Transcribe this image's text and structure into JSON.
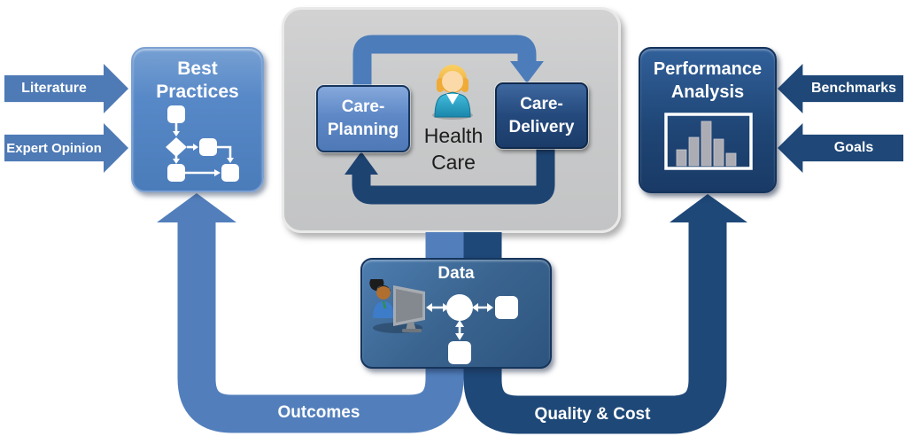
{
  "diagram": {
    "title_hidden": "",
    "left_inputs": [
      {
        "label": "Literature"
      },
      {
        "label": "Expert Opinion"
      }
    ],
    "best_practices": {
      "lines": [
        "Best",
        "Practices"
      ]
    },
    "health_care_cycle": {
      "care_planning": {
        "lines": [
          "Care-",
          "Planning"
        ]
      },
      "care_delivery": {
        "lines": [
          "Care-",
          "Delivery"
        ]
      },
      "center_label": {
        "lines": [
          "Health",
          "Care"
        ]
      }
    },
    "performance_analysis": {
      "lines": [
        "Performance",
        "Analysis"
      ]
    },
    "right_inputs": [
      {
        "label": "Benchmarks"
      },
      {
        "label": "Goals"
      }
    ],
    "data_hub": {
      "title": "Data"
    },
    "feedback_loops": {
      "outcomes": "Outcomes",
      "quality_cost": "Quality & Cost"
    },
    "icons": {
      "best_practices": "flowchart-icon",
      "health_care": "woman-person-icon",
      "data_hub_left": "analyst-at-computer-icon",
      "data_hub_right": "data-flow-icon",
      "performance": "bar-chart-icon"
    },
    "colors": {
      "light_blue_pipe": "#527FBC",
      "medium_blue_arrow": "#4E7AB5",
      "box_blue": "#5788C7",
      "dark_navy": "#1F4878",
      "cycle_arrow_light": "#4C7CB9",
      "cycle_arrow_dark": "#1D4371",
      "gray_panel": "#C9CACB",
      "bar_gray": "#ACACB4"
    },
    "bar_chart_icon_heights": [
      18,
      32,
      50,
      30,
      14
    ]
  }
}
